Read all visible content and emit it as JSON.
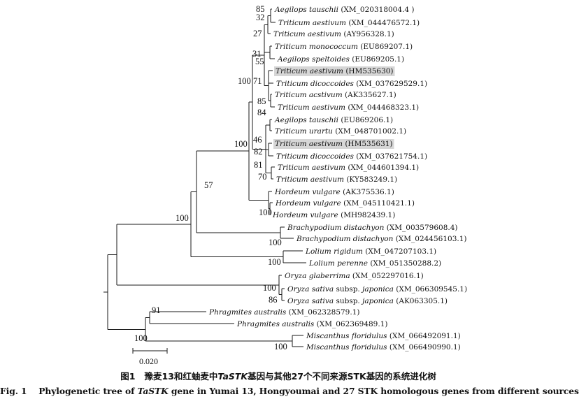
{
  "taxa": [
    {
      "genus": "Aegilops tauschii",
      "acc": "(XM_020318004.4 )",
      "highlight": false
    },
    {
      "genus": "Triticum aestivum",
      "acc": "(XM_044476572.1)",
      "highlight": false
    },
    {
      "genus": "Triticum aestivum",
      "acc": "(AY956328.1)",
      "highlight": false
    },
    {
      "genus": "Triticum monococcum",
      "acc": "(EU869207.1)",
      "highlight": false
    },
    {
      "genus": "Aegilops speltoides",
      "acc": "(EU869205.1)",
      "highlight": false
    },
    {
      "genus": "Triticum aestivum",
      "acc": "(HM535630)",
      "highlight": true
    },
    {
      "genus": "Triticum dicoccoides",
      "acc": "(XM_037629529.1)",
      "highlight": false
    },
    {
      "genus": "Triticum acstivum",
      "acc": "(AK335627.1)",
      "highlight": false
    },
    {
      "genus": "Triticum aestivum",
      "acc": "(XM_044468323.1)",
      "highlight": false
    },
    {
      "genus": "Aegilops tauschii",
      "acc": "(EU869206.1)",
      "highlight": false
    },
    {
      "genus": "Triticum urartu",
      "acc": "(XM_048701002.1)",
      "highlight": false
    },
    {
      "genus": "Triticum aestivum",
      "acc": "(HM535631)",
      "highlight": true
    },
    {
      "genus": "Triticum dicoccoides",
      "acc": "(XM_037621754.1)",
      "highlight": false
    },
    {
      "genus": "Triticum aestivum",
      "acc": "(XM_044601394.1)",
      "highlight": false
    },
    {
      "genus": "Triticum aestivum",
      "acc": "(KY583249.1)",
      "highlight": false
    },
    {
      "genus": "Hordeum vulgare",
      "acc": "(AK375536.1)",
      "highlight": false
    },
    {
      "genus": "Hordeum vulgare",
      "acc": "(XM_045110421.1)",
      "highlight": false
    },
    {
      "genus": "Hordeum vulgare",
      "acc": "(MH982439.1)",
      "highlight": false
    },
    {
      "genus": "Brachypodium distachyon",
      "acc": "(XM_003579608.4)",
      "highlight": false
    },
    {
      "genus": "Brachypodium distachyon",
      "acc": "(XM_024456103.1)",
      "highlight": false
    },
    {
      "genus": "Lolium rigidum",
      "acc": "(XM_047207103.1)",
      "highlight": false
    },
    {
      "genus": "Lolium perenne",
      "acc": "(XM_051350288.2)",
      "highlight": false
    },
    {
      "genus": "Oryza glaberrima",
      "acc": "(XM_052297016.1)",
      "highlight": false
    },
    {
      "genus": "Oryza sativa",
      "sub": "subsp.",
      "subname": "japonica",
      "acc": "(XM_066309545.1)",
      "highlight": false
    },
    {
      "genus": "Oryza sativa",
      "sub": "subsp.",
      "subname": "japonica",
      "acc": "(AK063305.1)",
      "highlight": false
    },
    {
      "genus": "Phragmites australis",
      "acc": "(XM_062328579.1)",
      "highlight": false
    },
    {
      "genus": "Phragmites australis",
      "acc": "(XM_062369489.1)",
      "highlight": false
    },
    {
      "genus": "Miscanthus floridulus",
      "acc": "(XM_066492091.1)",
      "highlight": false
    },
    {
      "genus": "Miscanthus floridulus",
      "acc": "(XM_066490990.1)",
      "highlight": false
    }
  ],
  "bootstrap": [
    "85",
    "32",
    "27",
    "31",
    "55",
    "100",
    "71",
    "85",
    "84",
    "46",
    "100",
    "82",
    "81",
    "70",
    "100",
    "57",
    "100",
    "100",
    "100",
    "100",
    "86",
    "91",
    "100",
    "100"
  ],
  "scale_bar": {
    "label": "0.020"
  },
  "caption": {
    "cn_prefix": "图1   豫麦13和红蚰麦中",
    "cn_gene": "TaSTK",
    "cn_suffix": "基因与其他27个不同来源STK基因的系统进化树",
    "en_prefix": "Fig. 1    Phylogenetic tree of ",
    "en_gene": "TaSTK",
    "en_suffix": " gene in Yumai 13, Hongyoumai and 27 STK homologous genes from different sources"
  }
}
